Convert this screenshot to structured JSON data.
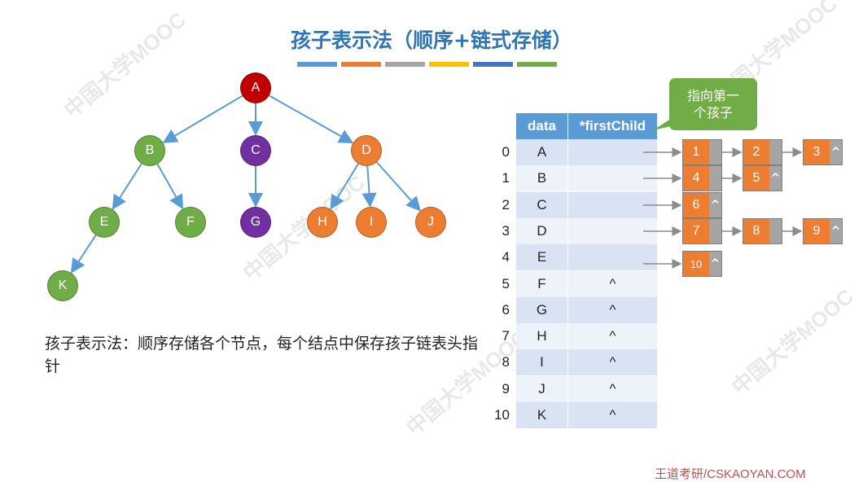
{
  "title": "孩子表示法（顺序+链式存储）",
  "title_bar_colors": [
    "#5b9bd5",
    "#ed7d31",
    "#a5a5a5",
    "#ffc000",
    "#4472c4",
    "#70ad47"
  ],
  "tree": {
    "nodes": [
      {
        "id": "A",
        "color": "#c00000"
      },
      {
        "id": "B",
        "color": "#70ad47"
      },
      {
        "id": "C",
        "color": "#7030a0"
      },
      {
        "id": "D",
        "color": "#ed7d31"
      },
      {
        "id": "E",
        "color": "#70ad47"
      },
      {
        "id": "F",
        "color": "#70ad47"
      },
      {
        "id": "G",
        "color": "#7030a0"
      },
      {
        "id": "H",
        "color": "#ed7d31"
      },
      {
        "id": "I",
        "color": "#ed7d31"
      },
      {
        "id": "J",
        "color": "#ed7d31"
      },
      {
        "id": "K",
        "color": "#70ad47"
      }
    ],
    "edges": [
      [
        "A",
        "B"
      ],
      [
        "A",
        "C"
      ],
      [
        "A",
        "D"
      ],
      [
        "B",
        "E"
      ],
      [
        "B",
        "F"
      ],
      [
        "C",
        "G"
      ],
      [
        "D",
        "H"
      ],
      [
        "D",
        "I"
      ],
      [
        "D",
        "J"
      ],
      [
        "E",
        "K"
      ]
    ]
  },
  "description": "孩子表示法：顺序存储各个节点，每个结点中保存孩子链表头指针",
  "table": {
    "headers": [
      "data",
      "*firstChild"
    ],
    "rows": [
      {
        "index": "0",
        "data": "A",
        "first_child": ""
      },
      {
        "index": "1",
        "data": "B",
        "first_child": ""
      },
      {
        "index": "2",
        "data": "C",
        "first_child": ""
      },
      {
        "index": "3",
        "data": "D",
        "first_child": ""
      },
      {
        "index": "4",
        "data": "E",
        "first_child": ""
      },
      {
        "index": "5",
        "data": "F",
        "first_child": "^"
      },
      {
        "index": "6",
        "data": "G",
        "first_child": "^"
      },
      {
        "index": "7",
        "data": "H",
        "first_child": "^"
      },
      {
        "index": "8",
        "data": "I",
        "first_child": "^"
      },
      {
        "index": "9",
        "data": "J",
        "first_child": "^"
      },
      {
        "index": "10",
        "data": "K",
        "first_child": "^"
      }
    ]
  },
  "child_lists": [
    {
      "row": "0",
      "nodes": [
        {
          "value": "1",
          "next": ""
        },
        {
          "value": "2",
          "next": ""
        },
        {
          "value": "3",
          "next": "^"
        }
      ]
    },
    {
      "row": "1",
      "nodes": [
        {
          "value": "4",
          "next": ""
        },
        {
          "value": "5",
          "next": "^"
        }
      ]
    },
    {
      "row": "2",
      "nodes": [
        {
          "value": "6",
          "next": "^"
        }
      ]
    },
    {
      "row": "3",
      "nodes": [
        {
          "value": "7",
          "next": ""
        },
        {
          "value": "8",
          "next": ""
        },
        {
          "value": "9",
          "next": "^"
        }
      ]
    },
    {
      "row": "4",
      "nodes": [
        {
          "value": "10",
          "next": "^"
        }
      ]
    }
  ],
  "callout": {
    "line1": "指向第一",
    "line2": "个孩子"
  },
  "footer": "王道考研/CSKAOYAN.COM",
  "colors": {
    "header_bg": "#5b9bd5",
    "row_even": "#dae3f3",
    "row_odd": "#eef3fa",
    "list_value": "#ed7d31",
    "list_pointer": "#a5a5a5",
    "callout": "#70ad47",
    "title": "#2e75b6"
  }
}
